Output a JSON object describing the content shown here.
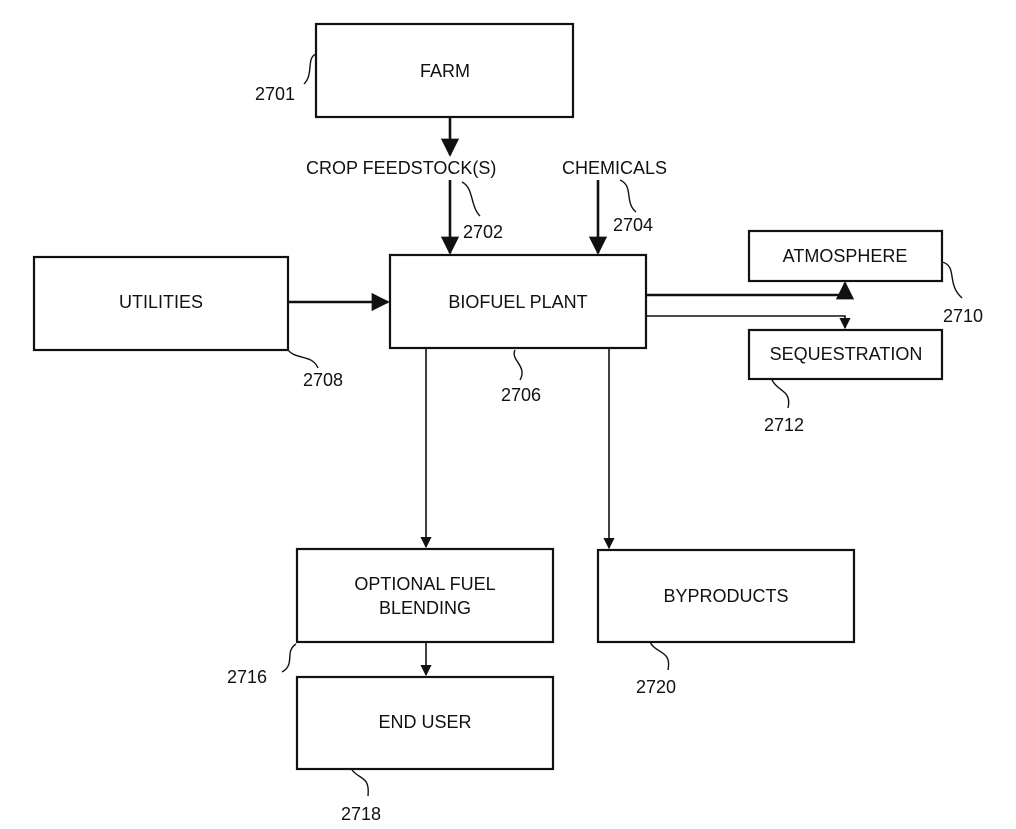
{
  "boxes": {
    "farm": "FARM",
    "utilities": "UTILITIES",
    "biofuel_plant": "BIOFUEL PLANT",
    "atmosphere": "ATMOSPHERE",
    "sequestration": "SEQUESTRATION",
    "fuel_blending_line1": "OPTIONAL FUEL",
    "fuel_blending_line2": "BLENDING",
    "byproducts": "BYPRODUCTS",
    "end_user": "END USER"
  },
  "inputs": {
    "crop_feedstock": "CROP FEEDSTOCK(S)",
    "chemicals": "CHEMICALS"
  },
  "refs": {
    "farm": "2701",
    "crop_feedstock": "2702",
    "chemicals": "2704",
    "biofuel_plant": "2706",
    "utilities": "2708",
    "atmosphere": "2710",
    "sequestration": "2712",
    "fuel_blending": "2716",
    "end_user": "2718",
    "byproducts": "2720"
  }
}
